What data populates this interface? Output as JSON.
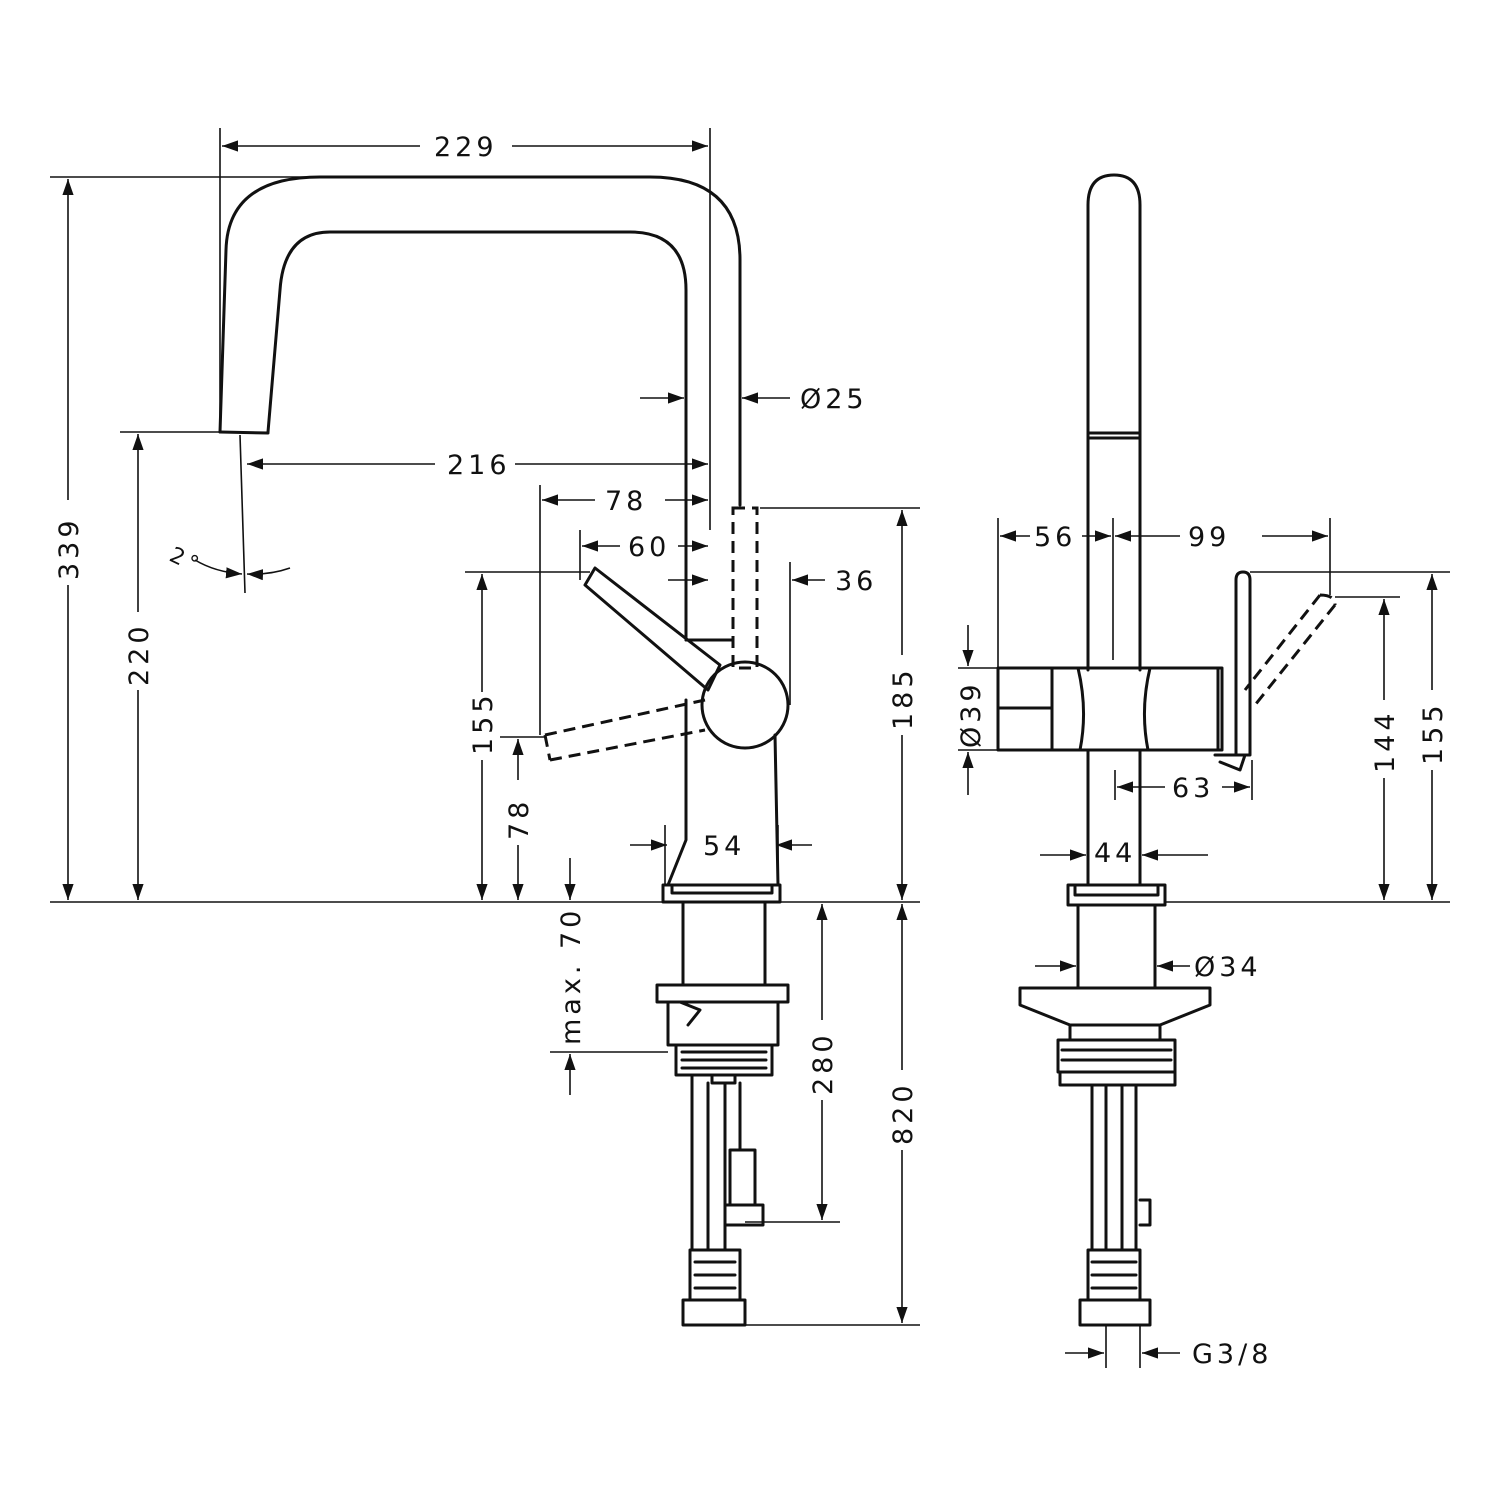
{
  "side_view": {
    "dims": {
      "spout_reach_total": "229",
      "total_height": "339",
      "spout_height": "220",
      "spout_reach": "216",
      "lever_reach_open": "78",
      "lever_reach": "60",
      "lever_offset": "36",
      "spout_angle": "2°",
      "spout_diameter": "Ø25",
      "lever_height": "155",
      "lever_low_height": "78",
      "body_height": "185",
      "base_width": "54",
      "max_counter_thickness": "max. 70",
      "shank_length": "280",
      "hose_length": "820"
    }
  },
  "front_view": {
    "dims": {
      "left_width": "56",
      "right_width": "99",
      "body_diameter": "Ø39",
      "lever_offset": "63",
      "lever_height_144": "144",
      "lever_height_155": "155",
      "base_width": "44",
      "shank_diameter": "Ø34",
      "thread": "G3/8"
    }
  }
}
